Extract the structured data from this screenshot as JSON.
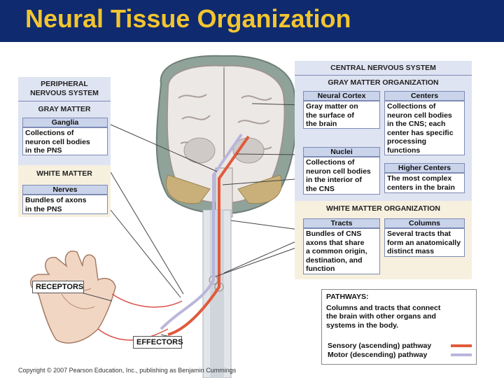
{
  "title": "Neural Tissue Organization",
  "pns": {
    "heading_line1": "PERIPHERAL",
    "heading_line2": "NERVOUS SYSTEM",
    "gray_matter": "GRAY MATTER",
    "ganglia_title": "Ganglia",
    "ganglia_desc": [
      "Collections of",
      "neuron cell bodies",
      "in the PNS"
    ],
    "white_matter": "WHITE MATTER",
    "nerves_title": "Nerves",
    "nerves_desc": [
      "Bundles of axons",
      "in the PNS"
    ]
  },
  "cns": {
    "heading": "CENTRAL NERVOUS SYSTEM",
    "gray_org": "GRAY MATTER ORGANIZATION",
    "neural_cortex_title": "Neural Cortex",
    "neural_cortex_desc": [
      "Gray matter on",
      "the surface of",
      "the brain"
    ],
    "centers_title": "Centers",
    "centers_desc": [
      "Collections of",
      "neuron cell bodies",
      "in the CNS; each",
      "center has specific",
      "processing",
      "functions"
    ],
    "nuclei_title": "Nuclei",
    "nuclei_desc": [
      "Collections of",
      "neuron cell bodies",
      "in the interior of",
      "the CNS"
    ],
    "higher_centers_title": "Higher Centers",
    "higher_centers_desc": [
      "The most complex",
      "centers in the brain"
    ],
    "white_org": "WHITE MATTER ORGANIZATION",
    "tracts_title": "Tracts",
    "tracts_desc": [
      "Bundles of CNS",
      "axons that share",
      "a common origin,",
      "destination, and",
      "function"
    ],
    "columns_title": "Columns",
    "columns_desc": [
      "Several tracts that",
      "form an anatomically",
      "distinct mass"
    ]
  },
  "receptors_label": "RECEPTORS",
  "effectors_label": "EFFECTORS",
  "pathways": {
    "heading": "PATHWAYS:",
    "desc": [
      "Columns and tracts that connect",
      "the brain with other organs and",
      "systems in the body."
    ],
    "sensory": "Sensory (ascending) pathway",
    "motor": "Motor (descending) pathway"
  },
  "colors": {
    "title_bg": "#0f2a6e",
    "title_text": "#f2c530",
    "sensory": "#e05a3c",
    "motor": "#b9b6db"
  },
  "copyright": "Copyright © 2007 Pearson Education, Inc., publishing as Benjamin Cummings"
}
